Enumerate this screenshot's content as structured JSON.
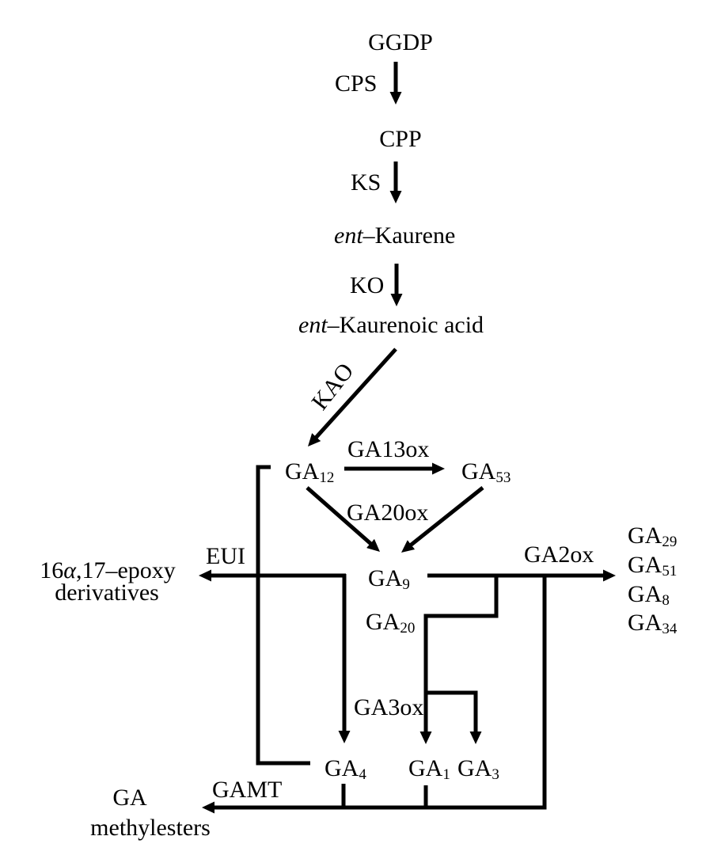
{
  "colors": {
    "ink": "#000000",
    "background": "#ffffff"
  },
  "compounds": {
    "ggdp": "GGDP",
    "cpp": "CPP",
    "ent_kaurene": {
      "prefix": "ent",
      "rest": "–Kaurene"
    },
    "ent_kaurenoic_acid": {
      "prefix": "ent",
      "rest": "–Kaurenoic acid"
    },
    "ga12": {
      "base": "GA",
      "sub": "12"
    },
    "ga53": {
      "base": "GA",
      "sub": "53"
    },
    "ga9": {
      "base": "GA",
      "sub": "9"
    },
    "ga20": {
      "base": "GA",
      "sub": "20"
    },
    "ga4": {
      "base": "GA",
      "sub": "4"
    },
    "ga1": {
      "base": "GA",
      "sub": "1"
    },
    "ga3": {
      "base": "GA",
      "sub": "3"
    },
    "epoxy_derivatives": {
      "num1": "16",
      "alpha": "α",
      "rest": ",17–epoxy",
      "line2": "derivatives"
    },
    "ga_methylesters": {
      "line1": "GA",
      "line2": "methylesters"
    },
    "ga2ox_products": [
      {
        "base": "GA",
        "sub": "29"
      },
      {
        "base": "GA",
        "sub": "51"
      },
      {
        "base": "GA",
        "sub": "8"
      },
      {
        "base": "GA",
        "sub": "34"
      }
    ]
  },
  "enzymes": {
    "cps": "CPS",
    "ks": "KS",
    "ko": "KO",
    "kao": "KAO",
    "ga13ox": "GA13ox",
    "ga20ox": "GA20ox",
    "eui": "EUI",
    "ga2ox": "GA2ox",
    "ga3ox": "GA3ox",
    "gamt": "GAMT"
  }
}
